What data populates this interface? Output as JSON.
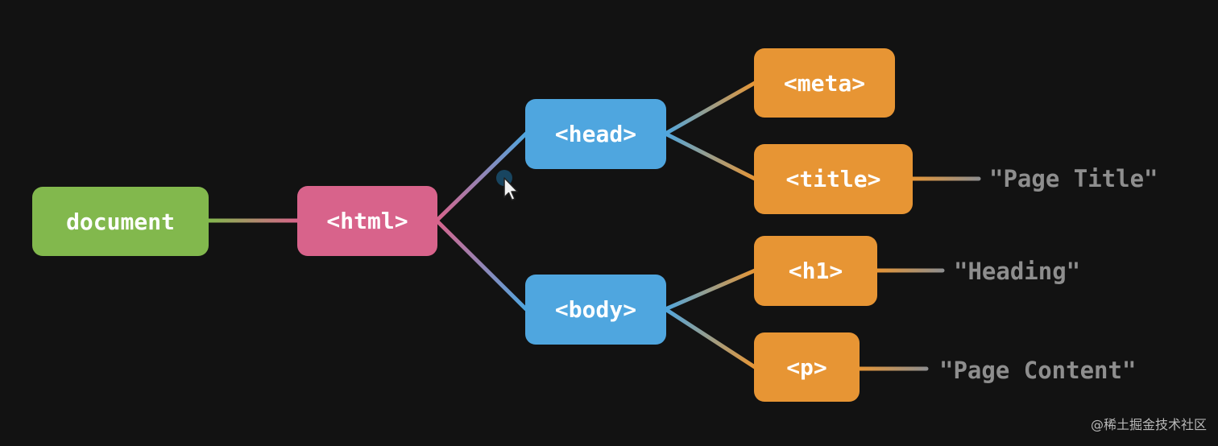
{
  "nodes": {
    "document": "document",
    "html": "<html>",
    "head": "<head>",
    "body": "<body>",
    "meta": "<meta>",
    "title": "<title>",
    "h1": "<h1>",
    "p": "<p>"
  },
  "text_nodes": {
    "page_title": "\"Page Title\"",
    "heading": "\"Heading\"",
    "page_content": "\"Page Content\""
  },
  "colors": {
    "background": "#121212",
    "document": "#82b84d",
    "html": "#d8638b",
    "head_body": "#4fa6df",
    "leaf": "#e79534",
    "text_value": "#8e8e8e"
  },
  "watermark": "@稀土掘金技术社区"
}
